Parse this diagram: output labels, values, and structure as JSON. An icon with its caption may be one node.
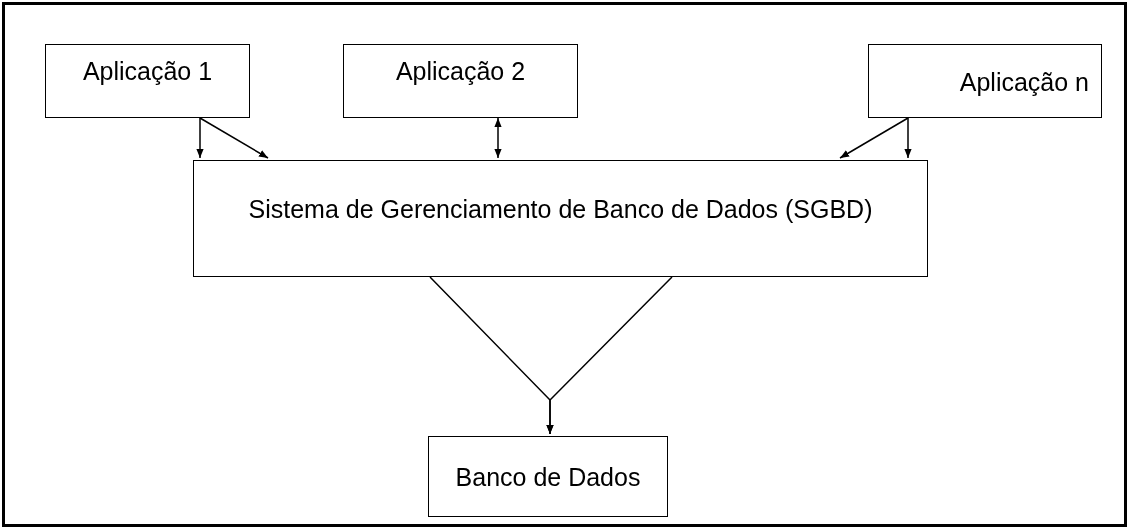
{
  "diagram": {
    "nodes": [
      {
        "text": [
          "Aplicação 1"
        ]
      },
      {
        "text": [
          "Aplicação 2"
        ]
      },
      {
        "text": [
          "Aplicação n"
        ]
      },
      {
        "text": [
          "Sistema de Gerenciamento de Banco de Dados (SGBD)"
        ]
      },
      {
        "text": [
          "Banco de Dados"
        ]
      }
    ],
    "edges": [
      {
        "from": 0,
        "to": 3,
        "arrow": "to"
      },
      {
        "from": 0,
        "to": 3,
        "arrow": "to"
      },
      {
        "from": 1,
        "to": 3,
        "arrow": "both"
      },
      {
        "from": 2,
        "to": 3,
        "arrow": "to"
      },
      {
        "from": 2,
        "to": 3,
        "arrow": "to"
      },
      {
        "from": 3,
        "to": 4,
        "arrow": "to"
      },
      {
        "from": 3,
        "to": 4,
        "arrow": "to"
      }
    ]
  }
}
